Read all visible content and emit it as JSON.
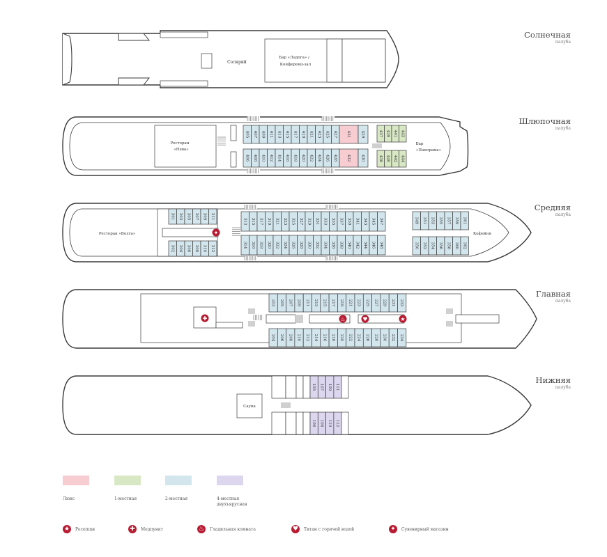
{
  "colors": {
    "outline": "#3a3a3a",
    "lux": "#f7cdd2",
    "single": "#d8e8c4",
    "double": "#d3e6ee",
    "quad": "#dcd6ee",
    "accent": "#b81a31",
    "stair": "#888888"
  },
  "decks": {
    "sun": {
      "name": "Солнечная",
      "sub": "палуба",
      "solarium": "Солярий",
      "bar": [
        "Бар «Ладога» /",
        "Конференц-зал"
      ]
    },
    "boat": {
      "name": "Шлюпочная",
      "sub": "палуба",
      "restaurant": [
        "Ресторан",
        "«Нева»"
      ],
      "bar": [
        "Бар",
        "«Панорама»"
      ],
      "cabins_top": [
        "405",
        "407",
        "409",
        "411",
        "413",
        "415",
        "417",
        "419",
        "421",
        "423",
        "425",
        "427"
      ],
      "cabins_bottom": [
        "406",
        "408",
        "410",
        "412",
        "414",
        "416",
        "418",
        "420",
        "422",
        "424",
        "426",
        "428"
      ],
      "lux_top": "431",
      "lux_bottom": "432",
      "d2_top": "429",
      "d2_bottom": "430",
      "single_top": [
        "437",
        "439",
        "441",
        "443"
      ],
      "single_bottom": [
        "438",
        "440",
        "442",
        "444"
      ]
    },
    "middle": {
      "name": "Средняя",
      "sub": "палуба",
      "restaurant": "Ресторан «Волга»",
      "cafe": "Кофейня",
      "aft_top": [
        "301",
        "303",
        "305",
        "307",
        "309",
        "311"
      ],
      "aft_bottom": [
        "302",
        "304",
        "306",
        "308",
        "310",
        "312"
      ],
      "cabins_top": [
        "313",
        "315",
        "317",
        "319",
        "321",
        "323",
        "325",
        "327",
        "329",
        "331",
        "333",
        "335",
        "337",
        "339",
        "341",
        "343",
        "345",
        "347"
      ],
      "cabins_bottom": [
        "314",
        "316",
        "318",
        "320",
        "322",
        "324",
        "326",
        "328",
        "330",
        "332",
        "334",
        "336",
        "338",
        "340",
        "342",
        "344",
        "346",
        "348"
      ],
      "fore_top": [
        "349",
        "351",
        "353",
        "355",
        "357",
        "359",
        "361"
      ],
      "fore_bottom": [
        "350",
        "352",
        "354",
        "356",
        "358",
        "360",
        "362"
      ]
    },
    "main": {
      "name": "Главная",
      "sub": "палуба",
      "cabins_top": [
        "203",
        "205",
        "207",
        "209",
        "211",
        "213",
        "215",
        "217",
        "219",
        "221",
        "223",
        "225",
        "227",
        "229",
        "231",
        "233"
      ],
      "cabins_bottom": [
        "204",
        "206",
        "208",
        "210",
        "212",
        "214",
        "216",
        "218",
        "220",
        "222",
        "224",
        "226",
        "228",
        "230",
        "232",
        "234"
      ]
    },
    "lower": {
      "name": "Нижняя",
      "sub": "палуба",
      "sauna": "Сауна",
      "cabins_top": [
        "105",
        "107",
        "109",
        "111"
      ],
      "cabins_bottom": [
        "106",
        "108",
        "110",
        "112"
      ]
    }
  },
  "legend": {
    "categories": [
      {
        "key": "lux",
        "label": "Люкс"
      },
      {
        "key": "single",
        "label": "1-местная"
      },
      {
        "key": "double",
        "label": "2-местная"
      },
      {
        "key": "quad",
        "label": "4-местная двухъярусная"
      }
    ],
    "icons": [
      {
        "key": "reception",
        "glyph": "★",
        "label": "Ресепшн"
      },
      {
        "key": "medical",
        "glyph": "✚",
        "label": "Медпункт"
      },
      {
        "key": "iron",
        "glyph": "♨",
        "label": "Гладильная комната"
      },
      {
        "key": "water",
        "glyph": "♥",
        "label": "Титан с горячей водой"
      },
      {
        "key": "shop",
        "glyph": "✦",
        "label": "Сувенирный магазин"
      }
    ]
  }
}
